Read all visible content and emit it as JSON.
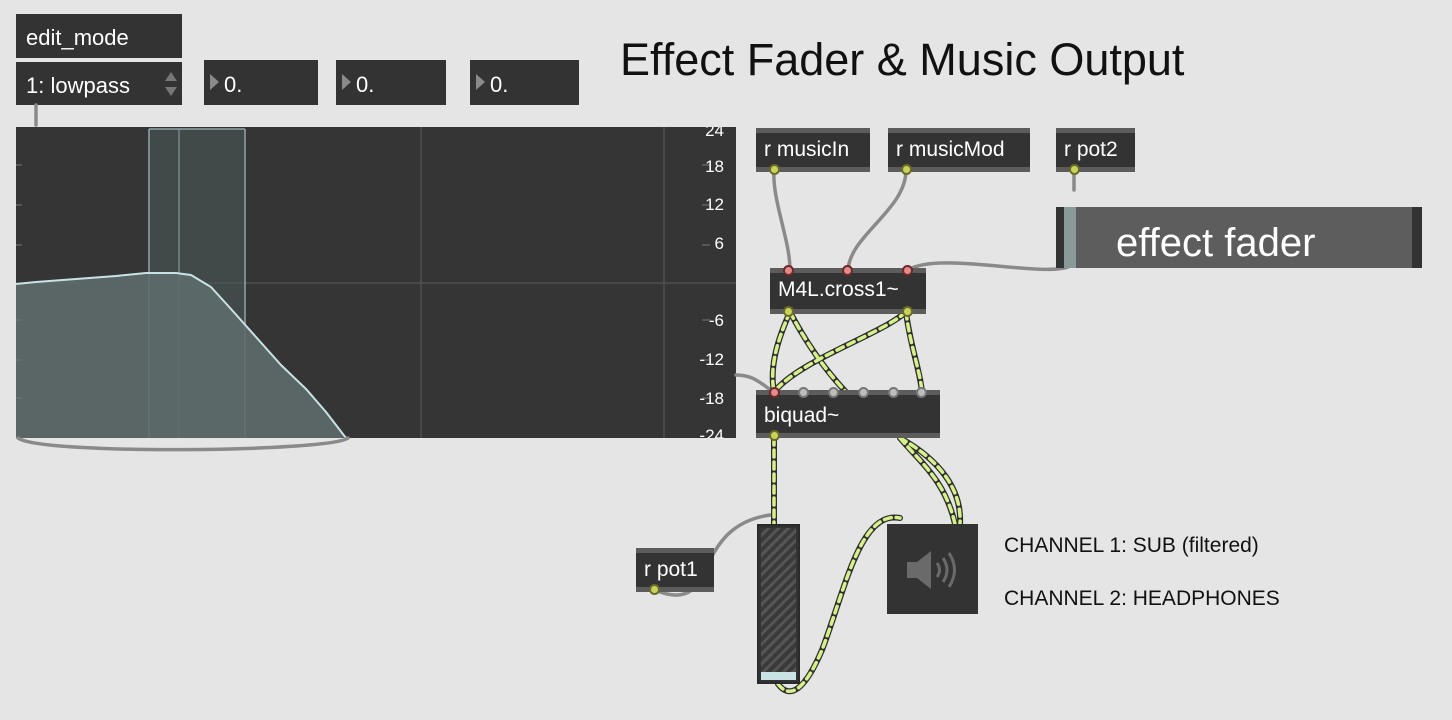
{
  "title": "Effect Fader & Music Output",
  "edit_mode": {
    "label": "edit_mode"
  },
  "mode_menu": {
    "value": "1: lowpass"
  },
  "number_boxes": [
    "0.",
    "0.",
    "0."
  ],
  "filter_graph": {
    "y_ticks": [
      "24",
      "18",
      "12",
      "6",
      "-6",
      "-12",
      "-18",
      "-24"
    ]
  },
  "objects": {
    "r_musicIn": "r musicIn",
    "r_musicMod": "r musicMod",
    "r_pot2": "r pot2",
    "cross": "M4L.cross1~",
    "biquad": "biquad~",
    "r_pot1": "r pot1"
  },
  "effect_fader": {
    "label": "effect fader",
    "value_fraction": 0.02
  },
  "gain": {
    "level_fraction": 0.05
  },
  "channels": {
    "ch1": "CHANNEL 1: SUB (filtered)",
    "ch2": "CHANNEL 2: HEADPHONES"
  },
  "colors": {
    "background": "#e5e5e5",
    "object_fill": "#333333",
    "signal_cord": "#d6f08a",
    "control_cord": "#a9a9a9",
    "filter_curve": "#c9e2e6"
  }
}
